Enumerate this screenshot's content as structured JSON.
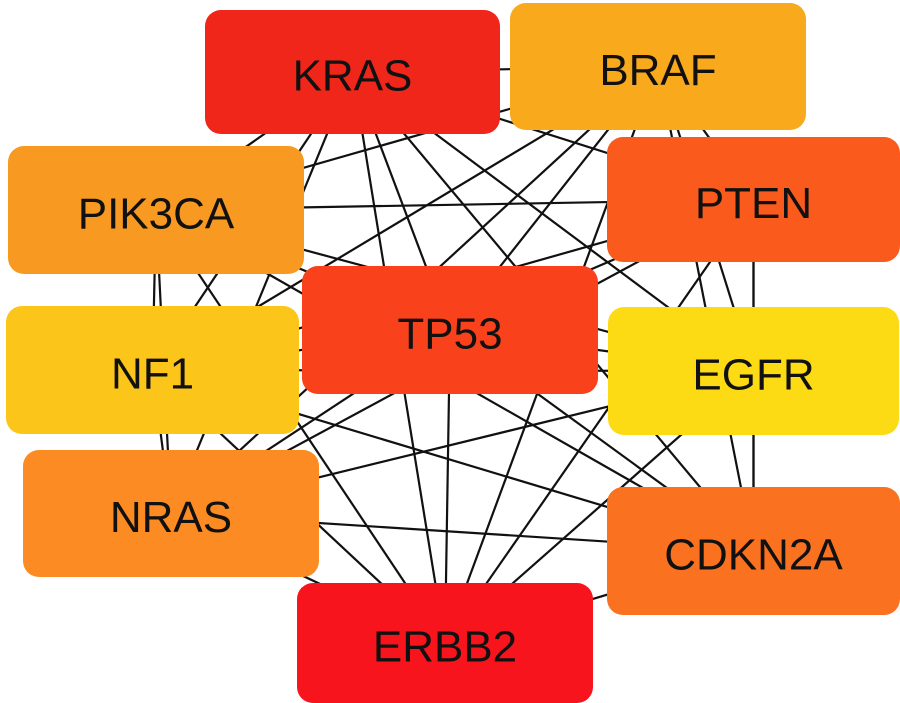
{
  "nodes": [
    {
      "id": "KRAS",
      "label": "KRAS",
      "color": "#f0261b"
    },
    {
      "id": "BRAF",
      "label": "BRAF",
      "color": "#f8a91c"
    },
    {
      "id": "PIK3CA",
      "label": "PIK3CA",
      "color": "#f89a22"
    },
    {
      "id": "PTEN",
      "label": "PTEN",
      "color": "#fb5a1d"
    },
    {
      "id": "TP53",
      "label": "TP53",
      "color": "#f9411c"
    },
    {
      "id": "NF1",
      "label": "NF1",
      "color": "#fcc51a"
    },
    {
      "id": "EGFR",
      "label": "EGFR",
      "color": "#fddb14"
    },
    {
      "id": "NRAS",
      "label": "NRAS",
      "color": "#fb8b22"
    },
    {
      "id": "CDKN2A",
      "label": "CDKN2A",
      "color": "#fa7120"
    },
    {
      "id": "ERBB2",
      "label": "ERBB2",
      "color": "#f7141c"
    }
  ],
  "edges": [
    [
      "KRAS",
      "BRAF"
    ],
    [
      "KRAS",
      "PIK3CA"
    ],
    [
      "KRAS",
      "PTEN"
    ],
    [
      "KRAS",
      "TP53"
    ],
    [
      "KRAS",
      "NF1"
    ],
    [
      "KRAS",
      "EGFR"
    ],
    [
      "KRAS",
      "NRAS"
    ],
    [
      "KRAS",
      "CDKN2A"
    ],
    [
      "KRAS",
      "ERBB2"
    ],
    [
      "BRAF",
      "PIK3CA"
    ],
    [
      "BRAF",
      "PTEN"
    ],
    [
      "BRAF",
      "TP53"
    ],
    [
      "BRAF",
      "NF1"
    ],
    [
      "BRAF",
      "EGFR"
    ],
    [
      "BRAF",
      "NRAS"
    ],
    [
      "BRAF",
      "CDKN2A"
    ],
    [
      "BRAF",
      "ERBB2"
    ],
    [
      "PIK3CA",
      "PTEN"
    ],
    [
      "PIK3CA",
      "TP53"
    ],
    [
      "PIK3CA",
      "NF1"
    ],
    [
      "PIK3CA",
      "EGFR"
    ],
    [
      "PIK3CA",
      "NRAS"
    ],
    [
      "PIK3CA",
      "CDKN2A"
    ],
    [
      "PIK3CA",
      "ERBB2"
    ],
    [
      "PTEN",
      "TP53"
    ],
    [
      "PTEN",
      "NF1"
    ],
    [
      "PTEN",
      "EGFR"
    ],
    [
      "PTEN",
      "NRAS"
    ],
    [
      "PTEN",
      "CDKN2A"
    ],
    [
      "PTEN",
      "ERBB2"
    ],
    [
      "TP53",
      "NF1"
    ],
    [
      "TP53",
      "EGFR"
    ],
    [
      "TP53",
      "NRAS"
    ],
    [
      "TP53",
      "CDKN2A"
    ],
    [
      "TP53",
      "ERBB2"
    ],
    [
      "NF1",
      "EGFR"
    ],
    [
      "NF1",
      "NRAS"
    ],
    [
      "NF1",
      "CDKN2A"
    ],
    [
      "NF1",
      "ERBB2"
    ],
    [
      "EGFR",
      "NRAS"
    ],
    [
      "EGFR",
      "CDKN2A"
    ],
    [
      "EGFR",
      "ERBB2"
    ],
    [
      "NRAS",
      "CDKN2A"
    ],
    [
      "NRAS",
      "ERBB2"
    ],
    [
      "CDKN2A",
      "ERBB2"
    ]
  ]
}
